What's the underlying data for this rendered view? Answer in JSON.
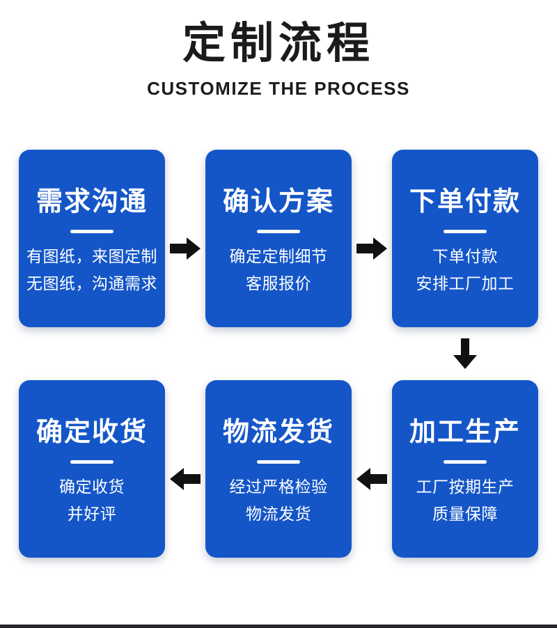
{
  "page": {
    "title": "定制流程",
    "subtitle": "CUSTOMIZE THE PROCESS"
  },
  "colors": {
    "box_background": "#1456c8",
    "box_text": "#ffffff",
    "arrow": "#111111",
    "title_text": "#1b1b1b",
    "bottom_bar": "#27272b",
    "page_background": "#ffffff"
  },
  "steps": [
    {
      "title": "需求沟通",
      "lines": [
        "有图纸，来图定制",
        "无图纸，沟通需求"
      ]
    },
    {
      "title": "确认方案",
      "lines": [
        "确定定制细节",
        "客服报价"
      ]
    },
    {
      "title": "下单付款",
      "lines": [
        "下单付款",
        "安排工厂加工"
      ]
    },
    {
      "title": "加工生产",
      "lines": [
        "工厂按期生产",
        "质量保障"
      ]
    },
    {
      "title": "物流发货",
      "lines": [
        "经过严格检验",
        "物流发货"
      ]
    },
    {
      "title": "确定收货",
      "lines": [
        "确定收货",
        "并好评"
      ]
    }
  ]
}
